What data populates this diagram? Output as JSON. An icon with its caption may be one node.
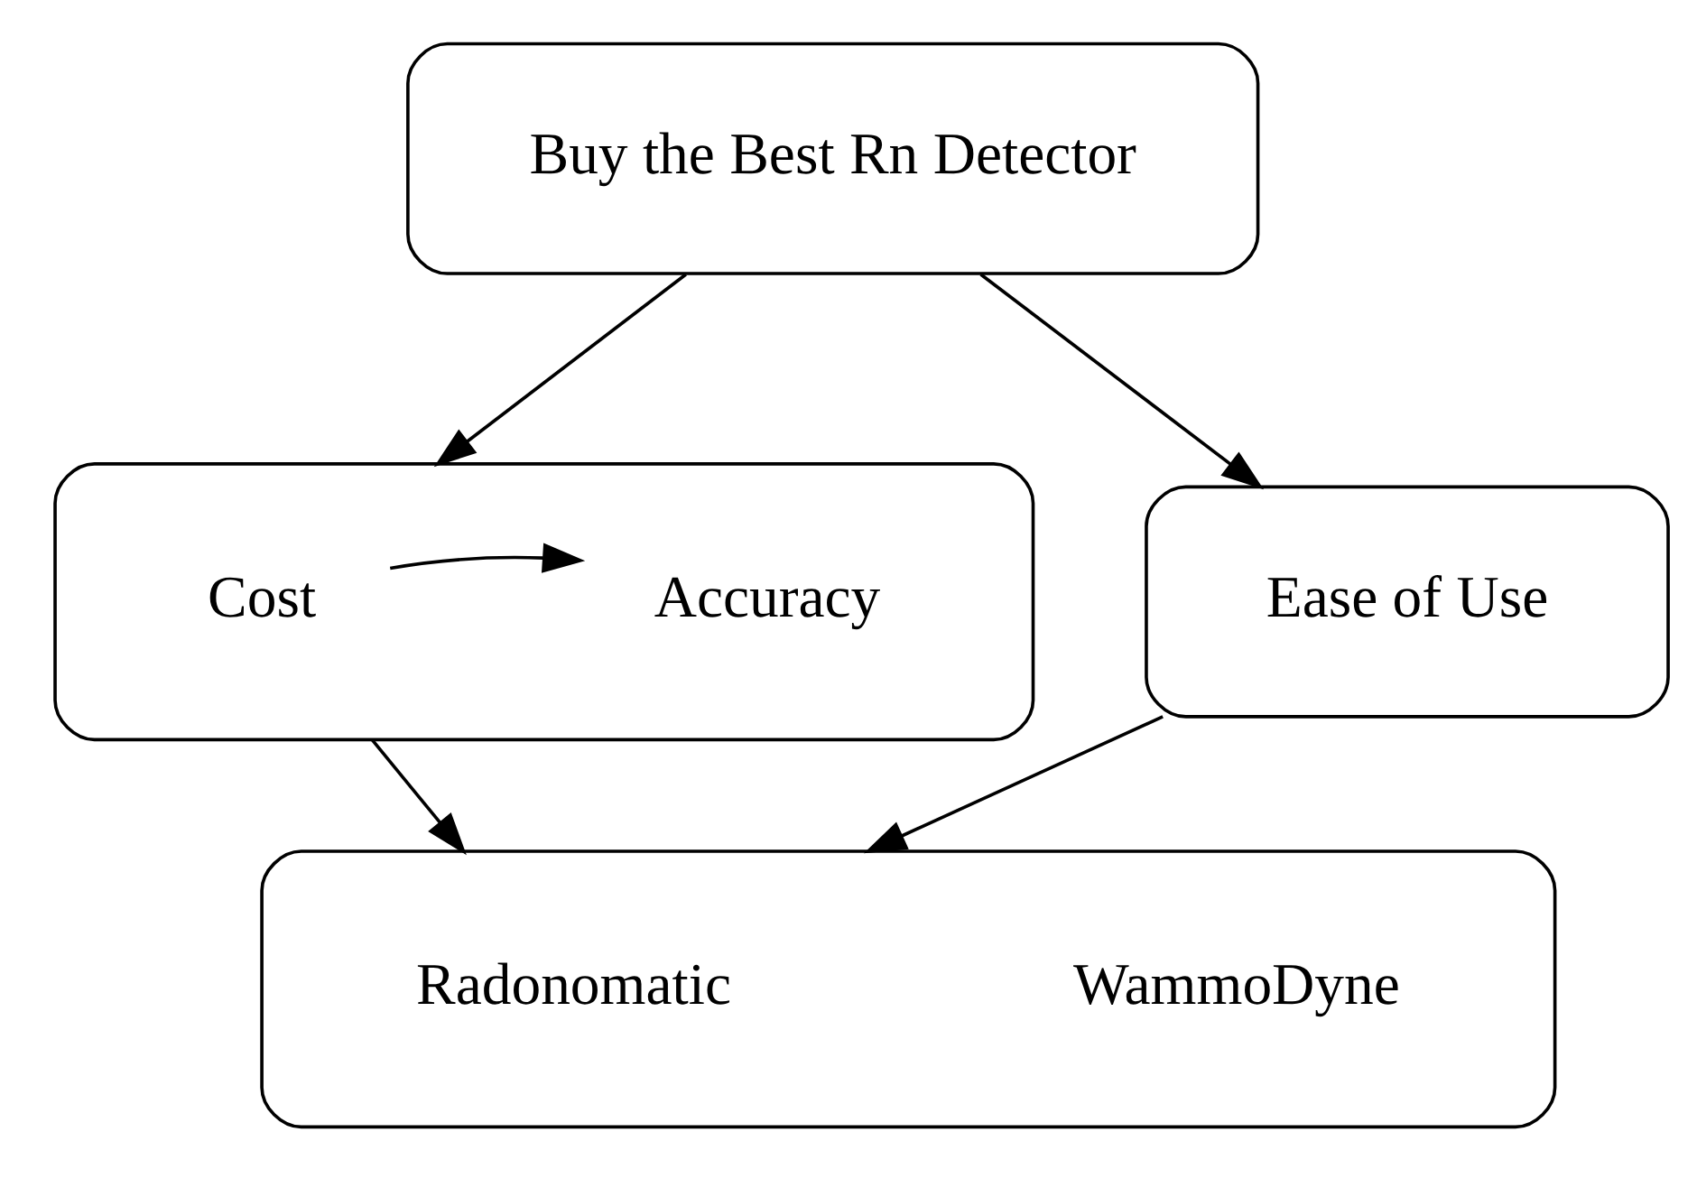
{
  "diagram": {
    "nodes": [
      {
        "text": [
          "Buy the Best Rn Detector"
        ]
      },
      {
        "text": [],
        "shape": "box"
      },
      {
        "text": [
          "Cost"
        ],
        "in": 1
      },
      {
        "text": [
          "Accuracy"
        ],
        "in": 1
      },
      {
        "text": [
          "Ease of Use"
        ]
      },
      {
        "text": [],
        "shape": "box"
      },
      {
        "text": [
          "Radonomatic"
        ],
        "in": 5
      },
      {
        "text": [
          "WammoDyne"
        ],
        "in": 5
      }
    ],
    "edges": [
      {
        "from": 0,
        "to": 1,
        "arrow": "to"
      },
      {
        "from": 0,
        "to": 4,
        "arrow": "to"
      },
      {
        "from": 2,
        "to": 3,
        "arrow": "to"
      },
      {
        "from": 1,
        "to": 5,
        "arrow": "to"
      },
      {
        "from": 4,
        "to": 5,
        "arrow": "to"
      }
    ]
  }
}
